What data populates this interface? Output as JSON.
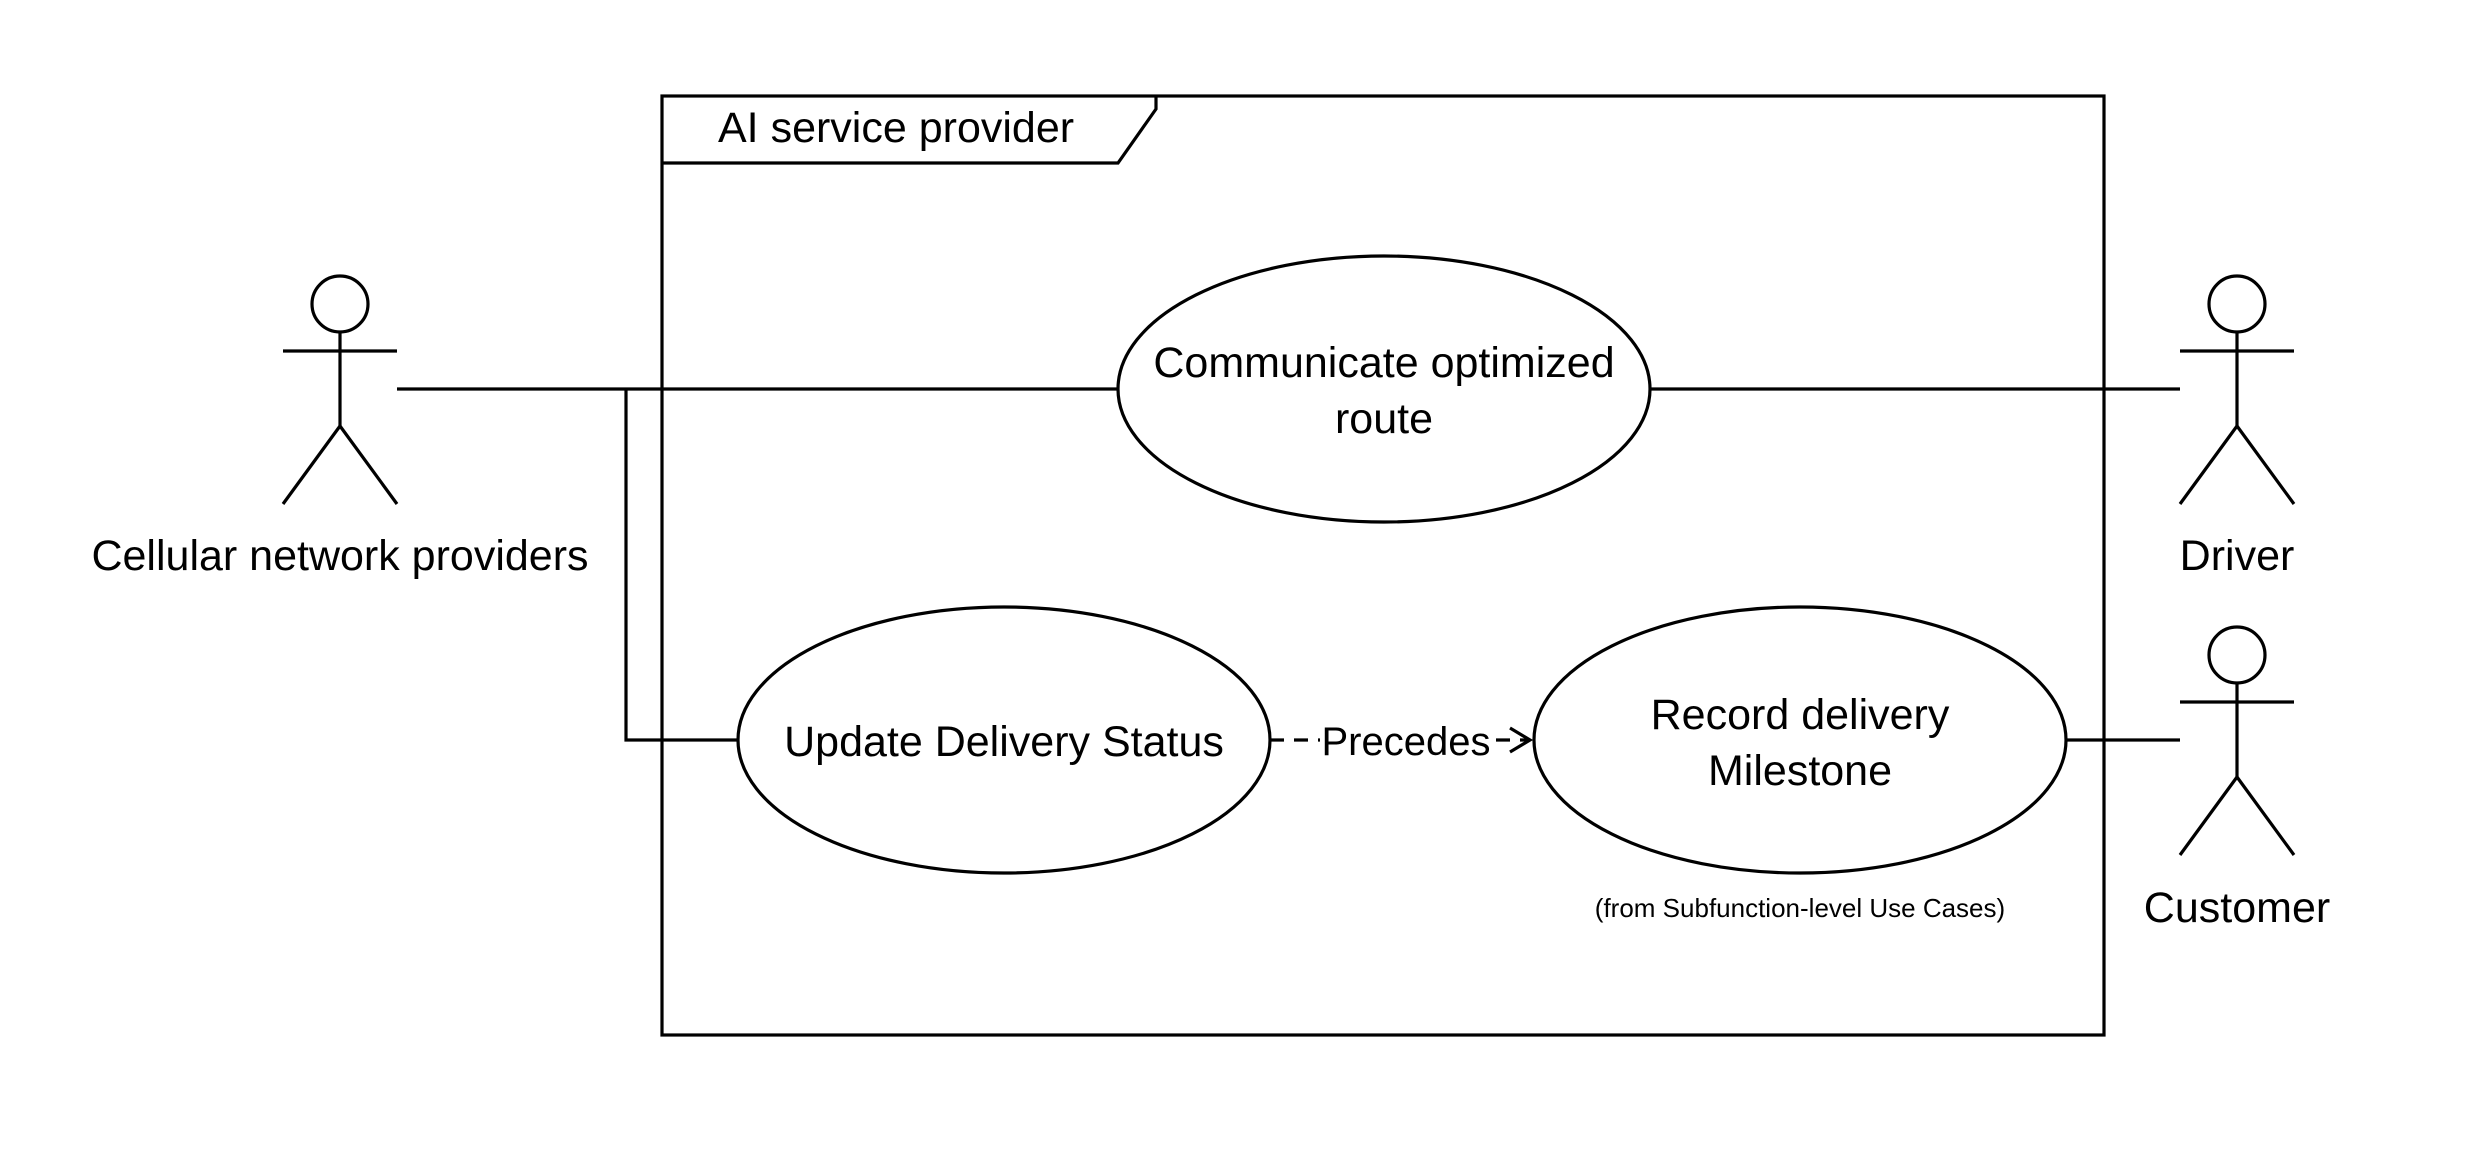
{
  "system": {
    "name": "AI service provider"
  },
  "actors": {
    "cellular": {
      "name": "Cellular network providers"
    },
    "driver": {
      "name": "Driver"
    },
    "customer": {
      "name": "Customer"
    }
  },
  "use_cases": {
    "communicate": {
      "line1": "Communicate optimized",
      "line2": "route"
    },
    "update": {
      "label": "Update Delivery Status"
    },
    "record": {
      "line1": "Record delivery",
      "line2": "Milestone",
      "note": "(from Subfunction-level Use Cases)"
    }
  },
  "relationships": {
    "precedes": {
      "label": "Precedes",
      "from": "Update Delivery Status",
      "to": "Record delivery Milestone",
      "style": "dashed"
    }
  }
}
